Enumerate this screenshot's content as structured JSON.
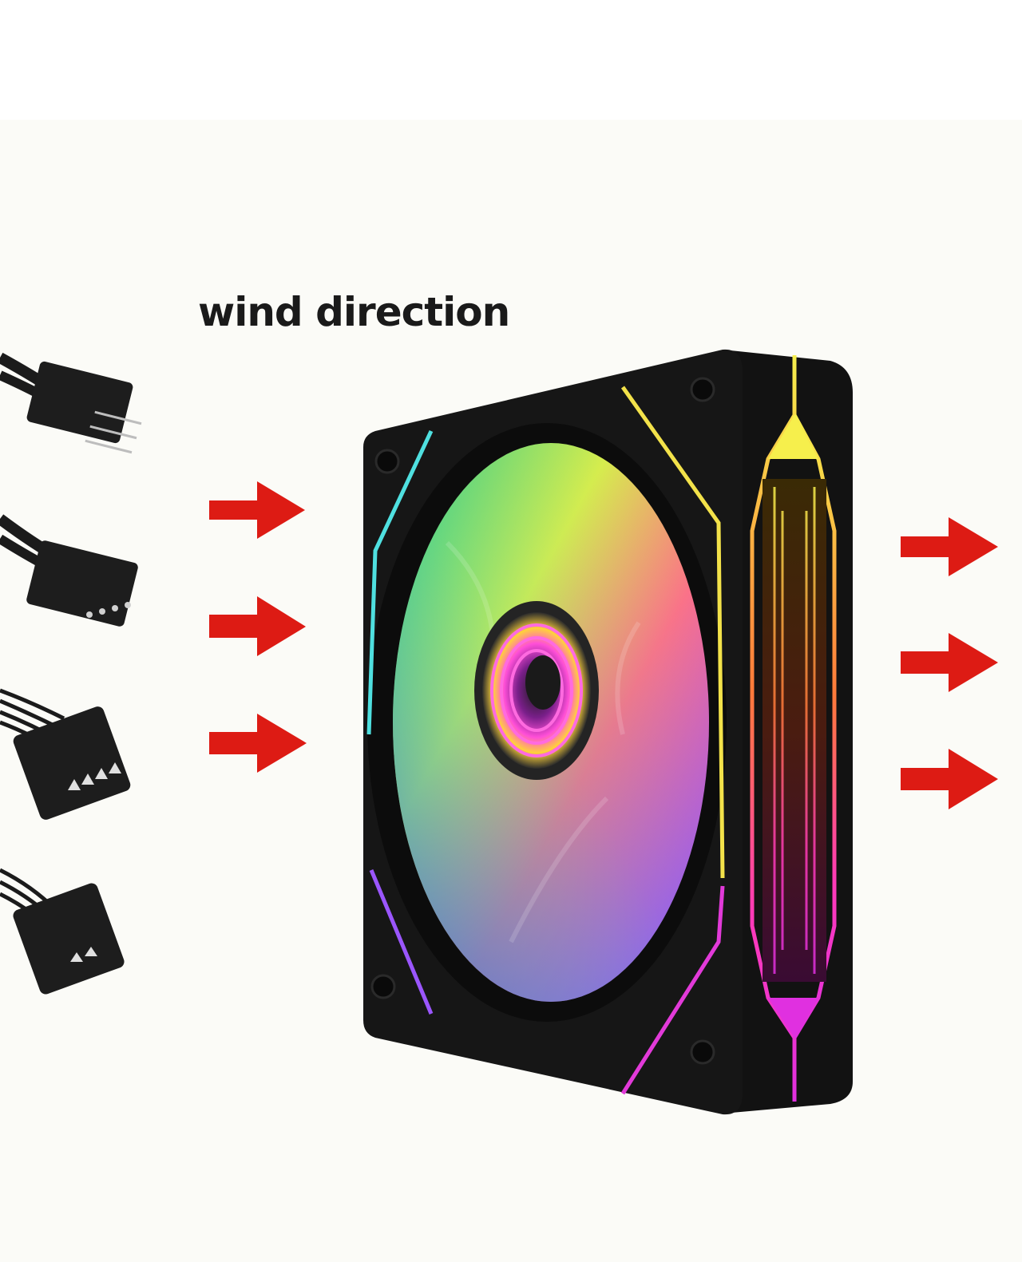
{
  "caption": "wind direction",
  "icons": {
    "fan": "rgb-case-fan",
    "connectors": [
      "3-pin-argb-connector",
      "4-pin-rgb-connector",
      "4-pin-pwm-connector",
      "3-pin-fan-connector"
    ],
    "arrow": "arrow-right-icon"
  },
  "colors": {
    "arrow": "#dd1b14",
    "frame": "#111111",
    "accent_yellow": "#f3e24a",
    "accent_magenta": "#e23ad9",
    "accent_cyan": "#4fe0e0"
  }
}
